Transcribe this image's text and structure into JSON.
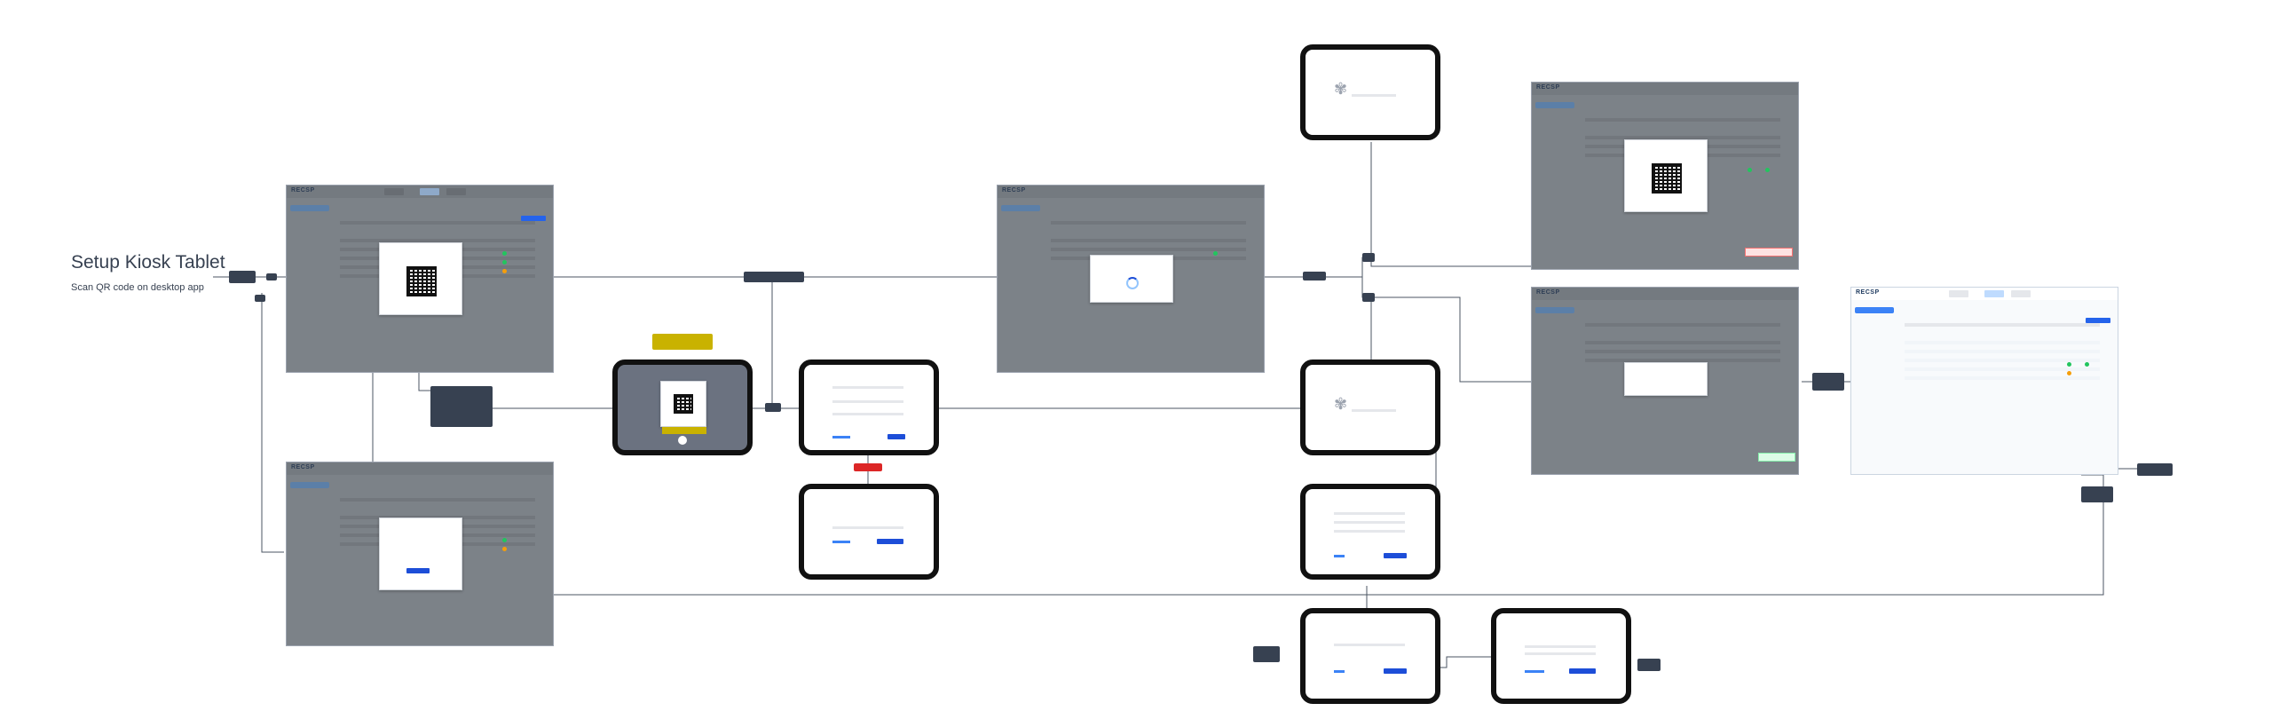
{
  "diagram": {
    "title": "Setup Kiosk Tablet",
    "subtitle": "Scan QR code on desktop app",
    "brand": "RECSP",
    "colors": {
      "canvas": "#ffffff",
      "wire": "#4b5563",
      "note": "#374151",
      "note_warning": "#c9b200",
      "note_error": "#dc2626",
      "tablet_bezel": "#111111",
      "primary_button": "#1d4ed8",
      "overlay": "#7c8288"
    },
    "icons": [
      "qr-code-icon",
      "spinner-icon",
      "logo-mark-icon",
      "camera-shutter-icon"
    ]
  }
}
